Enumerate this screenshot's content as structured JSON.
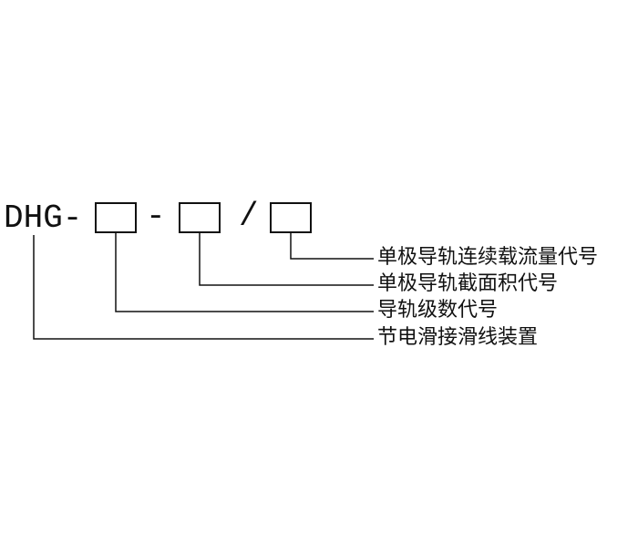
{
  "code": {
    "prefix": "DHG-",
    "separator_dash": "-",
    "separator_slash": "/"
  },
  "labels": {
    "rated_current_code": "单极导轨连续载流量代号",
    "cross_section_code": "单极导轨截面积代号",
    "pole_count_code": "导轨级数代号",
    "device_name": "节电滑接滑线装置"
  }
}
